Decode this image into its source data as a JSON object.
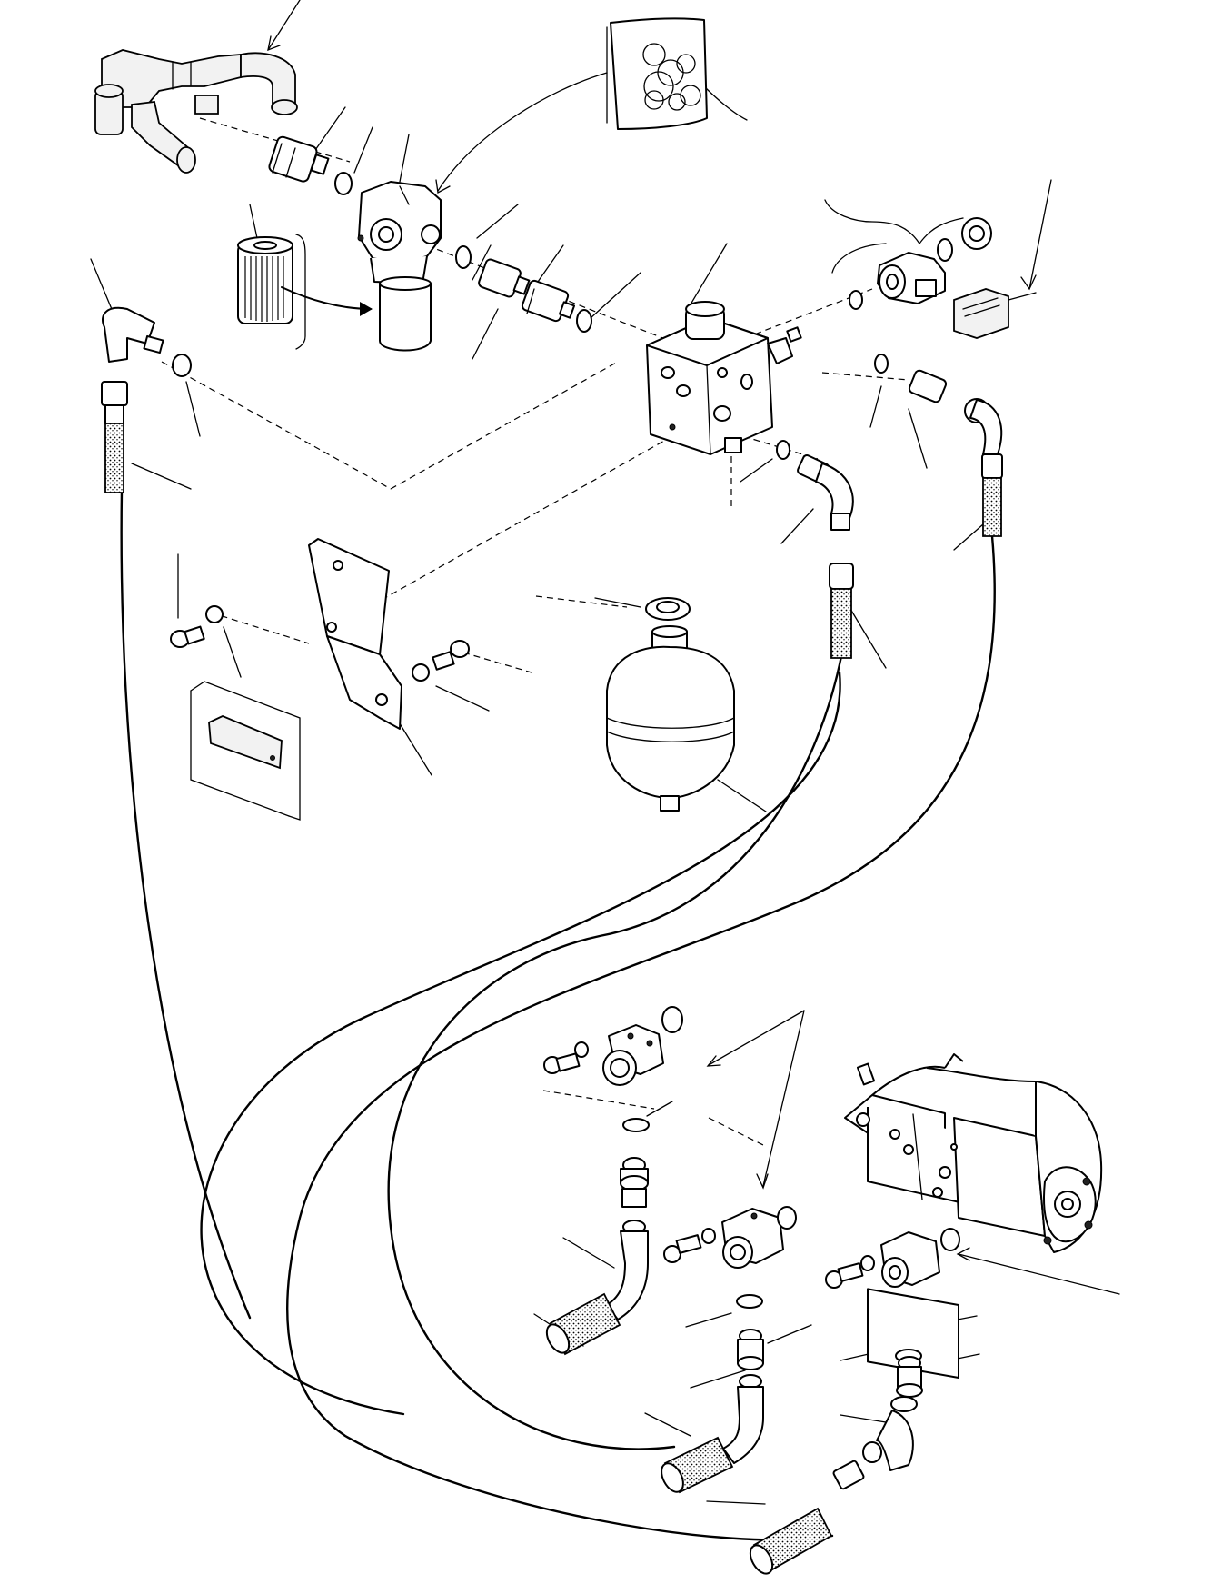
{
  "diagram": {
    "title": "",
    "labels": [],
    "components": [
      {
        "name": "return-manifold",
        "icon": "pipe-tee-icon"
      },
      {
        "name": "filter-head",
        "icon": "filter-head-icon"
      },
      {
        "name": "filter-element",
        "icon": "filter-cartridge-icon"
      },
      {
        "name": "filter-bowl",
        "icon": "filter-bowl-icon"
      },
      {
        "name": "seal-kit",
        "icon": "o-ring-kit-icon"
      },
      {
        "name": "valve-block",
        "icon": "valve-block-icon"
      },
      {
        "name": "solenoid-coil",
        "icon": "solenoid-icon"
      },
      {
        "name": "coil-nut",
        "icon": "nut-icon"
      },
      {
        "name": "connector-plug",
        "icon": "electrical-plug-icon"
      },
      {
        "name": "accumulator",
        "icon": "accumulator-icon"
      },
      {
        "name": "mounting-bracket",
        "icon": "bracket-icon"
      },
      {
        "name": "spacer-block",
        "icon": "block-icon"
      },
      {
        "name": "gear-pump",
        "icon": "gear-pump-icon"
      },
      {
        "name": "pump-flange-1",
        "icon": "flange-icon"
      },
      {
        "name": "pump-flange-2",
        "icon": "flange-icon"
      },
      {
        "name": "pump-flange-3",
        "icon": "flange-icon"
      },
      {
        "name": "hoses",
        "icon": "hydraulic-hose-icon"
      }
    ]
  }
}
